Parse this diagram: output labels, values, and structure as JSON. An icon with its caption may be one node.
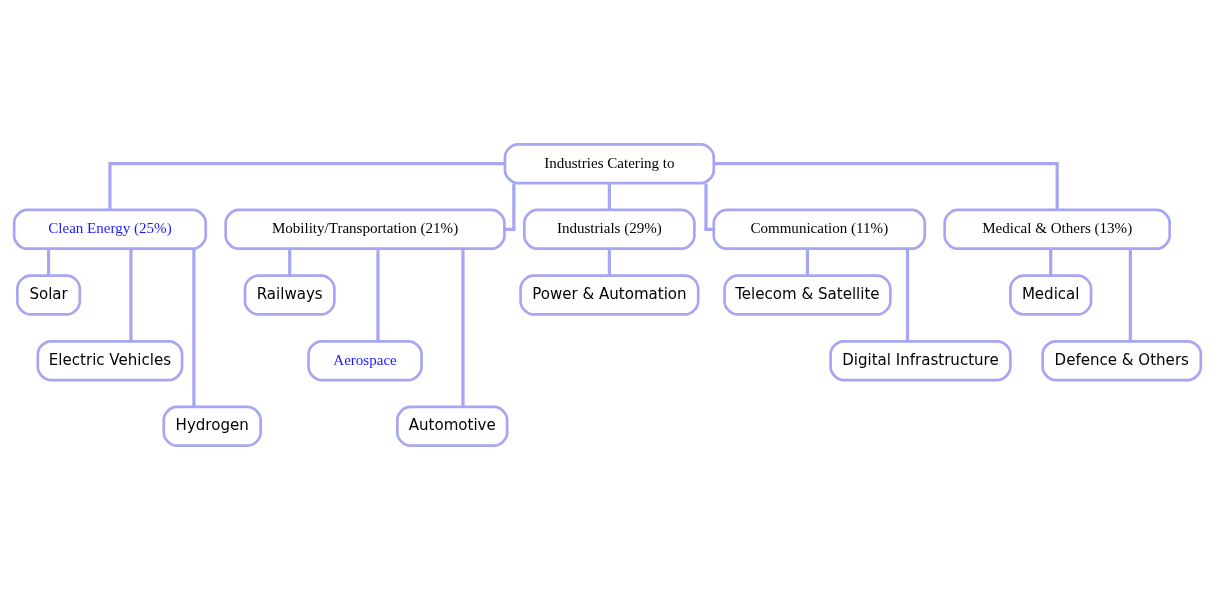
{
  "diagram": {
    "nodes": [
      {
        "text": [
          "Industries Catering to"
        ]
      },
      {
        "text": [
          "Clean Energy (25%)"
        ]
      },
      {
        "text": [
          "Mobility/Transportation (21%)"
        ]
      },
      {
        "text": [
          "Industrials (29%)"
        ]
      },
      {
        "text": [
          "Communication (11%)"
        ]
      },
      {
        "text": [
          "Medical & Others (13%)"
        ]
      },
      {
        "text": [
          "Solar"
        ]
      },
      {
        "text": [
          "Electric Vehicles"
        ]
      },
      {
        "text": [
          "Hydrogen"
        ]
      },
      {
        "text": [
          "Railways"
        ]
      },
      {
        "text": [
          "Aerospace"
        ]
      },
      {
        "text": [
          "Automotive"
        ]
      },
      {
        "text": [
          "Power & Automation"
        ]
      },
      {
        "text": [
          "Telecom & Satellite"
        ]
      },
      {
        "text": [
          "Digital Infrastructure"
        ]
      },
      {
        "text": [
          "Medical"
        ]
      },
      {
        "text": [
          "Defence & Others"
        ]
      }
    ],
    "edges": [
      {
        "from": 0,
        "to": 1,
        "arrow": "none"
      },
      {
        "from": 0,
        "to": 2,
        "arrow": "none"
      },
      {
        "from": 0,
        "to": 3,
        "arrow": "none"
      },
      {
        "from": 0,
        "to": 4,
        "arrow": "none"
      },
      {
        "from": 0,
        "to": 5,
        "arrow": "none"
      },
      {
        "from": 1,
        "to": 6,
        "arrow": "none"
      },
      {
        "from": 1,
        "to": 7,
        "arrow": "none"
      },
      {
        "from": 1,
        "to": 8,
        "arrow": "none"
      },
      {
        "from": 2,
        "to": 9,
        "arrow": "none"
      },
      {
        "from": 2,
        "to": 10,
        "arrow": "none"
      },
      {
        "from": 2,
        "to": 11,
        "arrow": "none"
      },
      {
        "from": 3,
        "to": 12,
        "arrow": "none"
      },
      {
        "from": 4,
        "to": 13,
        "arrow": "none"
      },
      {
        "from": 4,
        "to": 14,
        "arrow": "none"
      },
      {
        "from": 5,
        "to": 15,
        "arrow": "none"
      },
      {
        "from": 5,
        "to": 16,
        "arrow": "none"
      }
    ]
  }
}
